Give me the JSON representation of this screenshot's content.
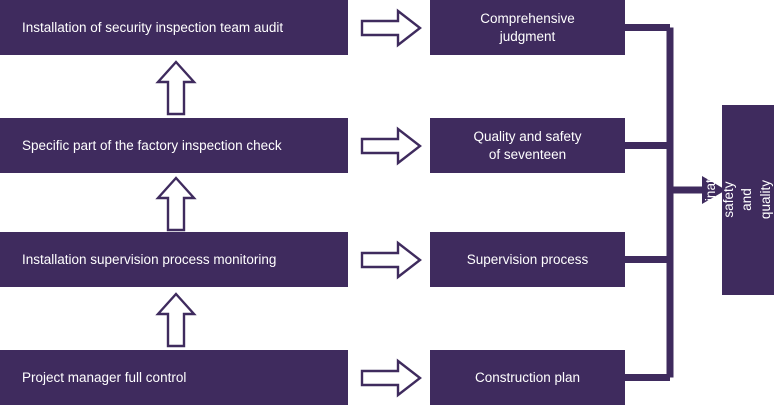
{
  "colors": {
    "box_fill": "#3f2b5e",
    "box_text": "#ffffff",
    "arrow_outline": "#3f2b5e",
    "arrow_fill": "#ffffff",
    "connector": "#3f2b5e",
    "background": "#ffffff"
  },
  "diagram": {
    "type": "flowchart",
    "left_column": [
      {
        "id": "left-1",
        "label": "Installation of security inspection team audit"
      },
      {
        "id": "left-2",
        "label": "Specific part of the factory inspection check"
      },
      {
        "id": "left-3",
        "label": "Installation supervision process monitoring"
      },
      {
        "id": "left-4",
        "label": "Project manager full control"
      }
    ],
    "right_column": [
      {
        "id": "right-1",
        "label": "Comprehensive\njudgment"
      },
      {
        "id": "right-2",
        "label": "Quality and safety\nof seventeen"
      },
      {
        "id": "right-3",
        "label": "Supervision process"
      },
      {
        "id": "right-4",
        "label": "Construction plan"
      }
    ],
    "final_node": {
      "id": "final",
      "label": "Eliminate safety and\nquality hazards"
    },
    "horizontal_arrows": [
      {
        "id": "arrow-right-1",
        "from": "left-1",
        "to": "right-1",
        "style": "hollow-block-arrow"
      },
      {
        "id": "arrow-right-2",
        "from": "left-2",
        "to": "right-2",
        "style": "hollow-block-arrow"
      },
      {
        "id": "arrow-right-3",
        "from": "left-3",
        "to": "right-3",
        "style": "hollow-block-arrow"
      },
      {
        "id": "arrow-right-4",
        "from": "left-4",
        "to": "right-4",
        "style": "hollow-block-arrow"
      }
    ],
    "vertical_arrows": [
      {
        "id": "arrow-up-1",
        "from": "left-2",
        "to": "left-1",
        "style": "hollow-block-arrow"
      },
      {
        "id": "arrow-up-2",
        "from": "left-3",
        "to": "left-2",
        "style": "hollow-block-arrow"
      },
      {
        "id": "arrow-up-3",
        "from": "left-4",
        "to": "left-3",
        "style": "hollow-block-arrow"
      }
    ],
    "bus_connector": {
      "id": "bus-connector",
      "sources": [
        "right-1",
        "right-2",
        "right-3",
        "right-4"
      ],
      "target": "final",
      "style": "solid-line-with-filled-arrowhead"
    }
  }
}
